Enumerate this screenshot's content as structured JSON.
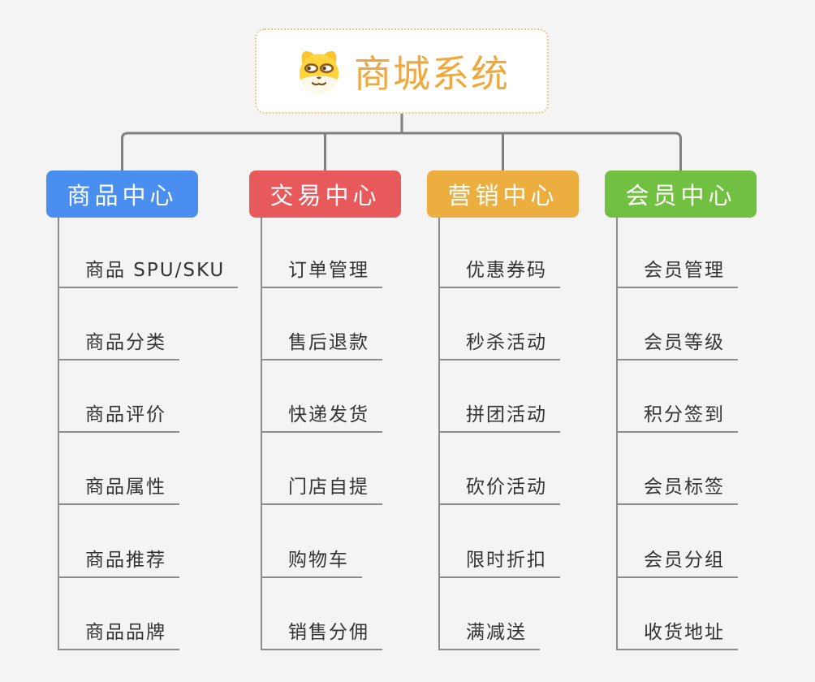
{
  "root": {
    "title": "商城系统",
    "icon": "dog-face-icon"
  },
  "branches": [
    {
      "label": "商品中心",
      "color": "#4a8ff0",
      "children": [
        "商品 SPU/SKU",
        "商品分类",
        "商品评价",
        "商品属性",
        "商品推荐",
        "商品品牌"
      ]
    },
    {
      "label": "交易中心",
      "color": "#e8595c",
      "children": [
        "订单管理",
        "售后退款",
        "快递发货",
        "门店自提",
        "购物车",
        "销售分佣"
      ]
    },
    {
      "label": "营销中心",
      "color": "#ecae3e",
      "children": [
        "优惠券码",
        "秒杀活动",
        "拼团活动",
        "砍价活动",
        "限时折扣",
        "满减送"
      ]
    },
    {
      "label": "会员中心",
      "color": "#72c041",
      "children": [
        "会员管理",
        "会员等级",
        "积分签到",
        "会员标签",
        "会员分组",
        "收货地址"
      ]
    }
  ],
  "colors": {
    "background": "#f4f4f5",
    "connector": "#7f7f7f",
    "leaf_line": "#8c8c8c",
    "leaf_text": "#333333",
    "root_text": "#f0a83c",
    "root_border": "#f3c581",
    "branch_text": "#ffffff"
  }
}
